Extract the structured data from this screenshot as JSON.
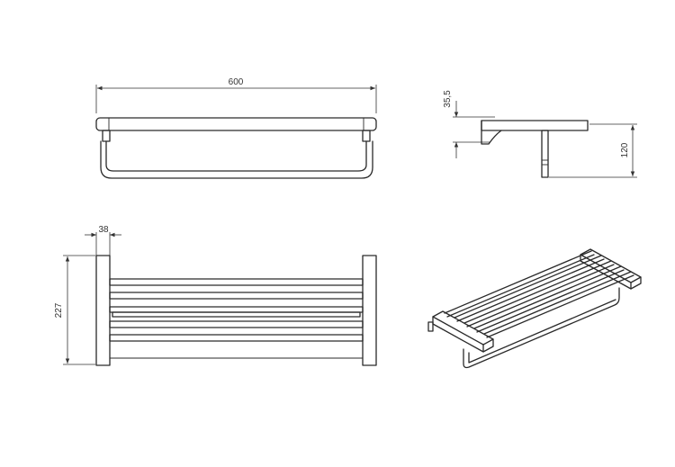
{
  "dimensions": {
    "width": "600",
    "depth": "38",
    "height": "227",
    "bar_height": "35,5",
    "mount_height": "120"
  }
}
